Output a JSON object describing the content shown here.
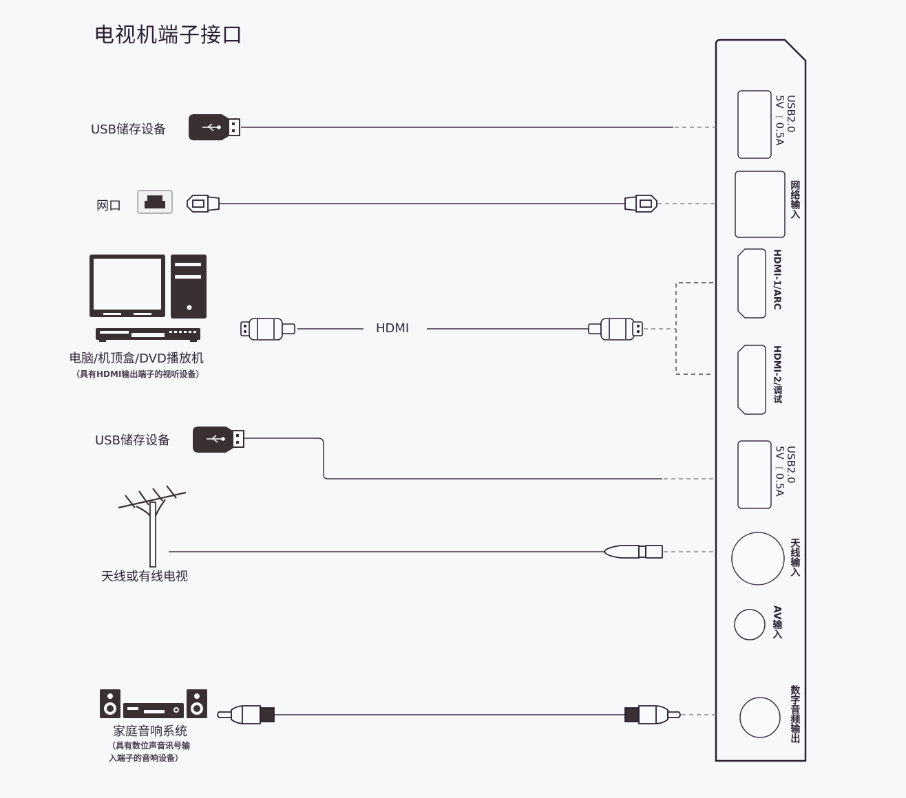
{
  "title": "电视机端子接口",
  "colors": {
    "ink": "#2a1f33",
    "dark_fill": "#3a3034",
    "background": "#f8f8fa",
    "dashed": "#8a8590"
  },
  "devices": {
    "usb1": {
      "label": "USB储存设备",
      "icon": "usb-stick-icon"
    },
    "network": {
      "label": "网口",
      "icon": "ethernet-port-icon"
    },
    "hdmi_source": {
      "label": "电脑/机顶盒/DVD播放机",
      "sublabel": "（具有HDMI输出端子的视听设备）",
      "icon": "computer-settopbox-dvd-icon",
      "cable_label": "HDMI"
    },
    "usb2": {
      "label": "USB储存设备",
      "icon": "usb-stick-icon"
    },
    "antenna": {
      "label": "天线或有线电视",
      "icon": "antenna-icon"
    },
    "audio": {
      "label": "家庭音响系统",
      "sublabel_line1": "（具有数位声音讯号输",
      "sublabel_line2": "入端子的音响设备）",
      "icon": "home-stereo-icon"
    }
  },
  "tv_panel": {
    "ports": [
      {
        "id": "usb-1",
        "label_line1": "USB2.0",
        "label_line2": "5V ⎓0.5A"
      },
      {
        "id": "lan",
        "label_line1": "网络输入"
      },
      {
        "id": "hdmi-1",
        "label_line1": "HDMI-1/ARC"
      },
      {
        "id": "hdmi-2",
        "label_line1": "HDMI-2/调试"
      },
      {
        "id": "usb-2",
        "label_line1": "USB2.0",
        "label_line2": "5V ⎓0.5A"
      },
      {
        "id": "antenna-in",
        "label_line1": "天线输入"
      },
      {
        "id": "av-in",
        "label_line1": "AV输入"
      },
      {
        "id": "digital-audio-out",
        "label_line1": "数字音频输出"
      }
    ]
  }
}
